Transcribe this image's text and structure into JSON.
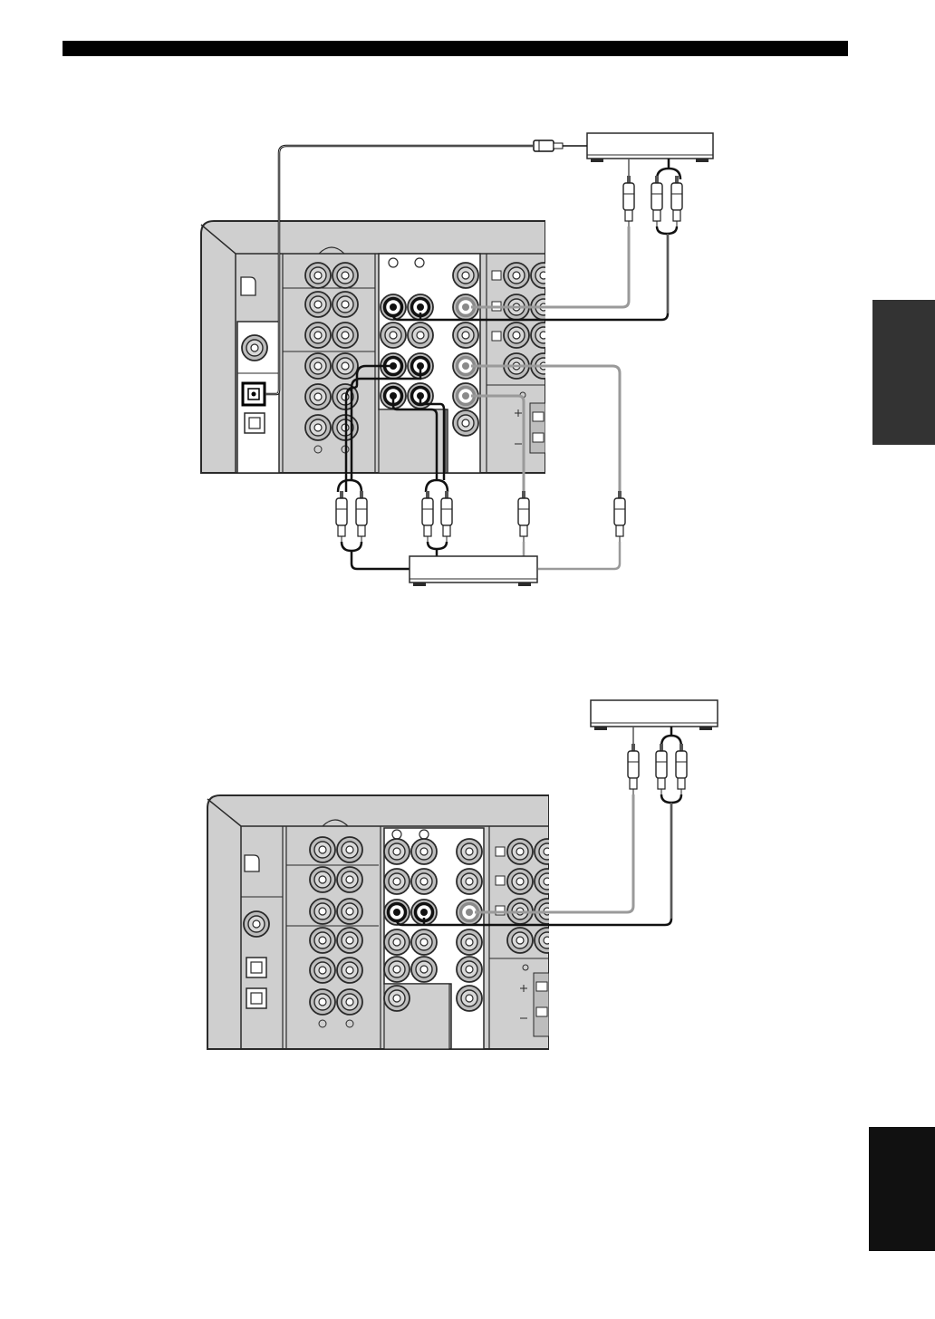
{
  "page": {
    "header_bar": true,
    "side_tabs": [
      {
        "id": "upper",
        "color": "#333333",
        "label": ""
      },
      {
        "id": "lower",
        "color": "#111111",
        "label": ""
      }
    ]
  },
  "diagrams": [
    {
      "id": "diagram-1",
      "description_visible": false,
      "devices": [
        "source-device-top",
        "recorder-device-bottom"
      ],
      "cables": [
        "optical-cable",
        "video-cable-top",
        "audio-cable-top",
        "audio-cable-bottom-left",
        "audio-cable-bottom-mid",
        "video-cable-bottom-a",
        "video-cable-bottom-b"
      ]
    },
    {
      "id": "diagram-2",
      "description_visible": false,
      "devices": [
        "source-device-2"
      ],
      "cables": [
        "video-cable-2",
        "audio-cable-2"
      ]
    }
  ],
  "colors": {
    "panel_fill": "#cfcfcf",
    "panel_stroke": "#2a2a2a",
    "audio_cable": "#1a1a1a",
    "video_cable": "#9a9a9a",
    "page_bg": "#ffffff"
  }
}
